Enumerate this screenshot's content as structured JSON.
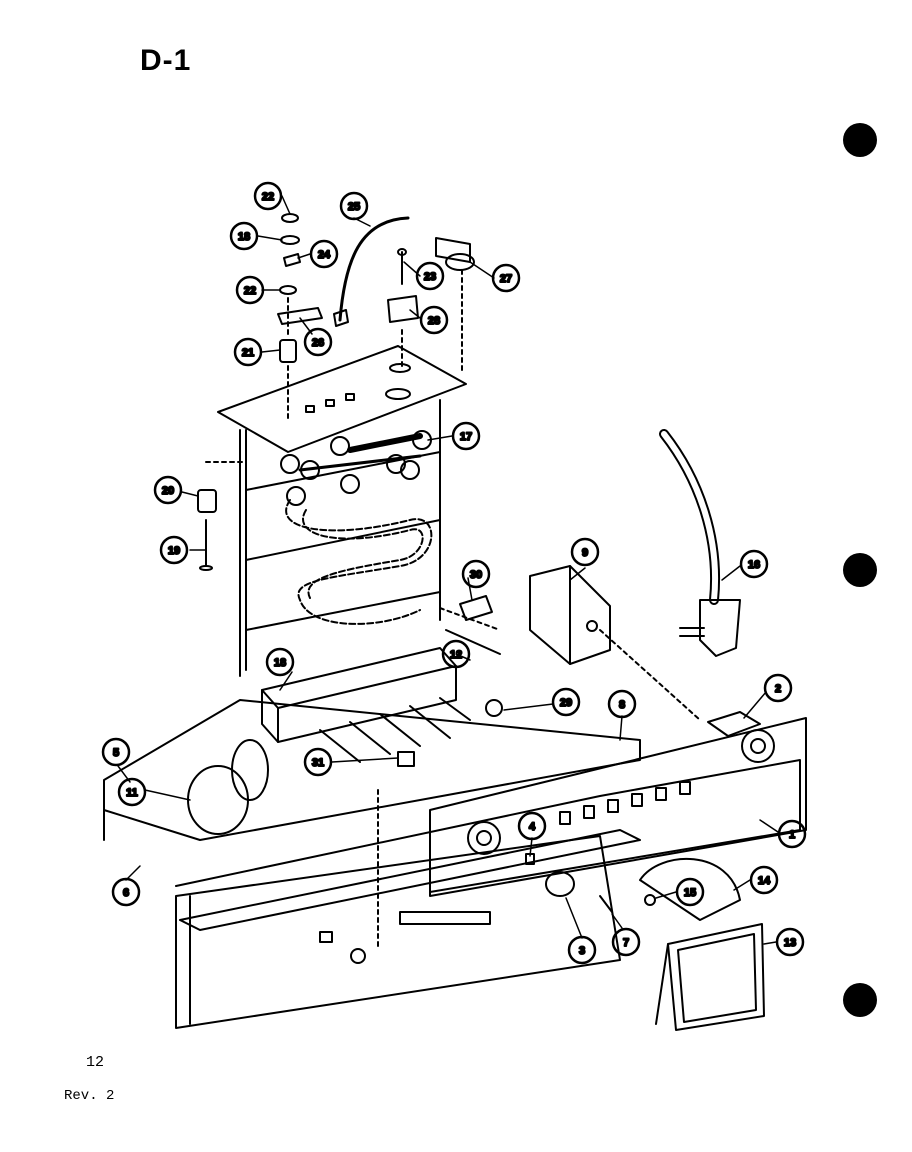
{
  "page": {
    "title": "D-1",
    "page_number": "12",
    "revision": "Rev. 2"
  },
  "diagram": {
    "callouts": [
      "22",
      "18",
      "24",
      "22",
      "21",
      "26",
      "25",
      "23",
      "28",
      "27",
      "17",
      "20",
      "19",
      "30",
      "9",
      "16",
      "18",
      "12",
      "29",
      "31",
      "8",
      "2",
      "5",
      "11",
      "1",
      "4",
      "6",
      "15",
      "14",
      "3",
      "7",
      "13"
    ]
  },
  "colors": {
    "ink": "#000000",
    "paper": "#ffffff"
  }
}
